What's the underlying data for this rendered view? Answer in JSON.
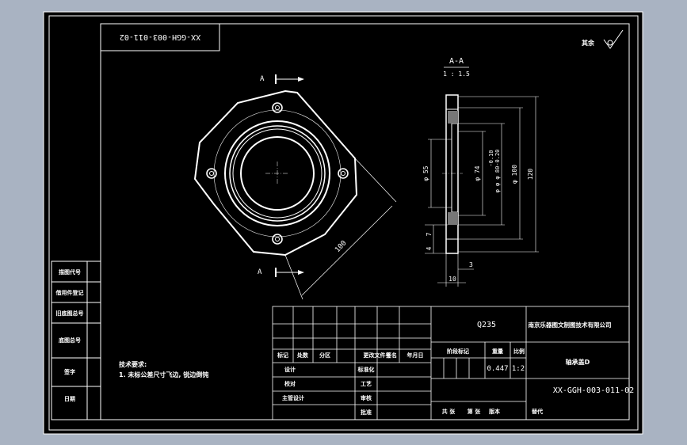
{
  "colors": {
    "background": "#a9b3c2",
    "sheet": "#000000",
    "line": "#ffffff"
  },
  "drawing": {
    "top_left_code": "XX-GGH-003-011-02",
    "roughness_label": "其余",
    "section_view_label": "A-A",
    "section_scale": "1 : 1.5",
    "cut_marker_top": "A",
    "cut_marker_bottom": "A",
    "dim_100": "100",
    "dim_phi55": "φ 55",
    "dim_phi74": "φ 74",
    "dim_phi80": "φ φ φ 80-0.20",
    "dim_phi80_tol": "-0.10",
    "dim_phi100": "φ 100",
    "dim_120": "120",
    "dim_7": "7",
    "dim_4": "4",
    "dim_10": "10",
    "dim_3": "3",
    "tech_req_title": "技术要求:",
    "tech_req_line": "1. 未标公差尺寸飞边, 锐边倒钝"
  },
  "left_strip": {
    "items": [
      "借用件登记",
      "旧底图总号",
      "底图总号",
      "签字",
      "日期"
    ],
    "top_item": "描图代号"
  },
  "title_block": {
    "material": "Q235",
    "company": "南京乐器图文制图技术有限公司",
    "part_name": "轴承盖D",
    "stage_mark": "阶段标记",
    "weight_label": "重量",
    "scale_label": "比例",
    "weight": "0.447",
    "scale": "1:2",
    "drawing_number": "XX-GGH-003-011-02",
    "rev_headers": [
      "标记",
      "处数",
      "分区",
      "更改文件号",
      "签名",
      "年月日"
    ],
    "roles_left": [
      "设计",
      "校对",
      "主管设计"
    ],
    "roles_mid": [
      "标准化",
      "工艺",
      "审核",
      "批准"
    ],
    "sheet_row": [
      "共 张",
      "第 张",
      "版本",
      "替代"
    ]
  }
}
